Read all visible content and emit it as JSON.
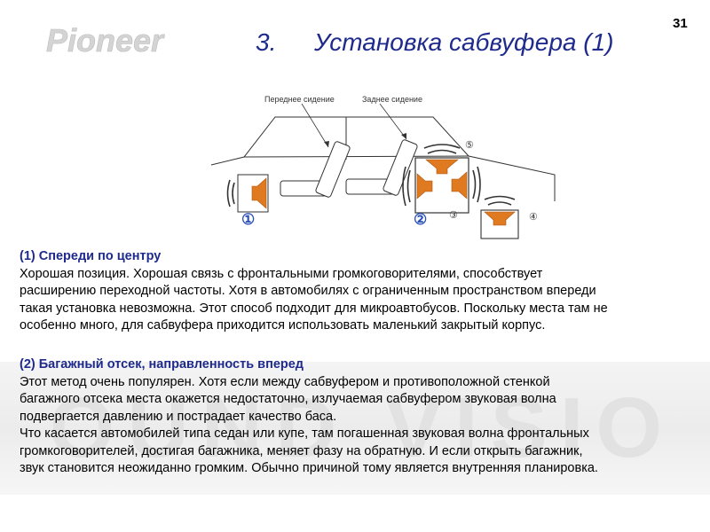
{
  "brand": {
    "logo_text": "Pioneer",
    "watermark_text": "SOUND VISION"
  },
  "page": {
    "number": "31",
    "title_number": "3.",
    "title_text": "Установка сабвуфера (1)"
  },
  "diagram": {
    "front_seat_label": "Переднее сидение",
    "rear_seat_label": "Заднее сидение",
    "markers": {
      "one": "①",
      "two": "②",
      "three": "③",
      "four": "④",
      "five": "⑤"
    }
  },
  "sections": [
    {
      "heading": "(1) Спереди по центру",
      "lines": [
        "Хорошая позиция. Хорошая связь с фронтальными громкоговорителями, способствует",
        "расширению переходной частоты. Хотя в автомобилях с ограниченным пространством впереди",
        "такая установка невозможна. Этот способ подходит для микроавтобусов. Поскольку места там не",
        "особенно много, для сабвуфера приходится использовать маленький закрытый корпус."
      ]
    },
    {
      "heading": "(2) Багажный отсек, направленность вперед",
      "lines": [
        "Этот метод очень популярен. Хотя если между сабвуфером и противоположной стенкой",
        "багажного отсека места окажется недостаточно, излучаемая сабвуфером звуковая волна",
        "подвергается давлению и пострадает качество баса.",
        "Что касается автомобилей типа седан или купе, там погашенная звуковая волна фронтальных",
        "громкоговорителей, достигая багажника, меняет фазу на  обратную. И если открыть багажник,",
        "звук становится неожиданно громким. Обычно причиной тому является внутренняя планировка."
      ]
    }
  ],
  "colors": {
    "accent": "#1e2a8c",
    "speaker_orange": "#e07a20",
    "marker_blue": "#2a4fb8",
    "watermark_gray": "#dcdcdc"
  }
}
